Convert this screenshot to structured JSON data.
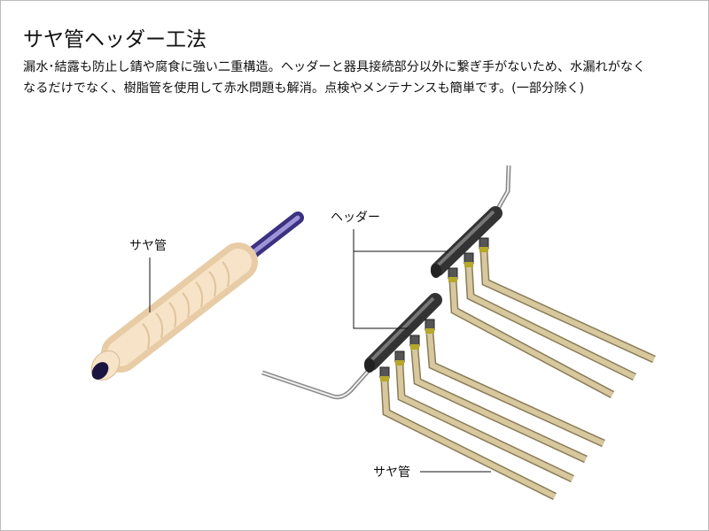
{
  "title": "サヤ管ヘッダー工法",
  "description": [
    "漏水･結露も防止し錆や腐食に強い二重構造。ヘッダーと器具接続部分以外に繋ぎ手がないため、水漏れがなく",
    "なるだけでなく、樹脂管を使用して赤水問題も解消。点検やメンテナンスも簡単です。(一部分除く)"
  ],
  "labels": {
    "saya_left": "サヤ管",
    "header": "ヘッダー",
    "saya_right": "サヤ管"
  },
  "colors": {
    "sheath": "#f3dcbc",
    "inner_pipe": "#5a4fa0",
    "header": "#444444",
    "tan_pipe": "#cdbd93",
    "fitting": "#b5a82a"
  }
}
